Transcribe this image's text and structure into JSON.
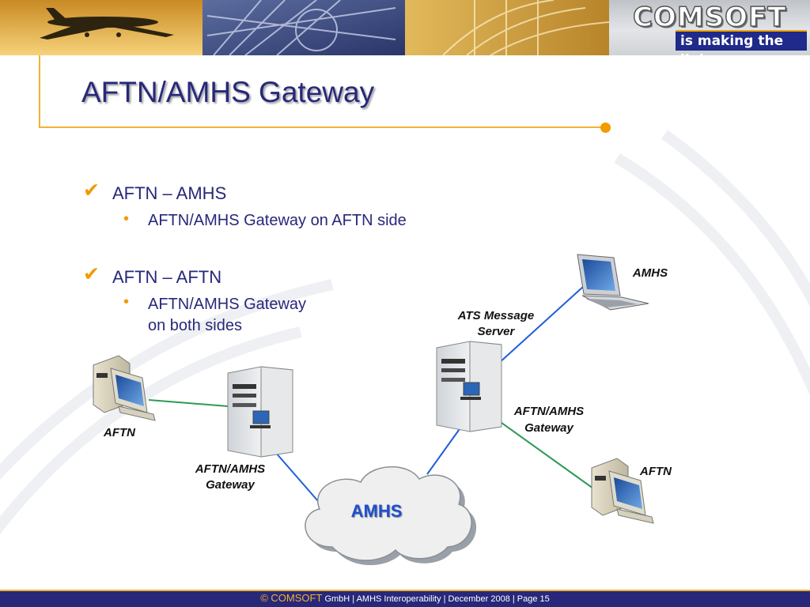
{
  "brand": {
    "name": "COMSOFT",
    "tagline": "is making the link"
  },
  "title": "AFTN/AMHS Gateway",
  "bullets": [
    {
      "heading": "AFTN – AMHS",
      "sub": [
        "AFTN/AMHS Gateway on AFTN side"
      ]
    },
    {
      "heading": "AFTN – AFTN",
      "sub": [
        "AFTN/AMHS Gateway",
        "on both sides"
      ]
    }
  ],
  "diagram": {
    "amhs_laptop": "AMHS",
    "ats_server": [
      "ATS Message",
      "Server"
    ],
    "gateway_right": [
      "AFTN/AMHS",
      "Gateway"
    ],
    "aftn_left": "AFTN",
    "gateway_left": [
      "AFTN/AMHS",
      "Gateway"
    ],
    "aftn_right": "AFTN",
    "cloud": "AMHS"
  },
  "footer": {
    "copyright": "© COMSOFT",
    "text": "GmbH | AMHS Interoperability | December 2008 | Page 15"
  },
  "colors": {
    "title": "#27287a",
    "accent": "#f29a00",
    "blue_link": "#1f5fd6",
    "green_link": "#2e9a55"
  }
}
